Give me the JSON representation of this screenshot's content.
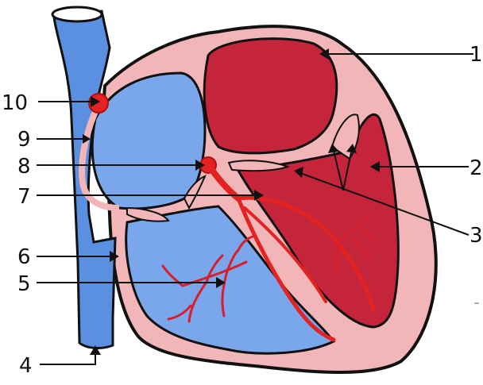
{
  "labels": [
    {
      "id": "1",
      "text": "1"
    },
    {
      "id": "2",
      "text": "2"
    },
    {
      "id": "3",
      "text": "3"
    },
    {
      "id": "4",
      "text": "4"
    },
    {
      "id": "5",
      "text": "5"
    },
    {
      "id": "6",
      "text": "6"
    },
    {
      "id": "7",
      "text": "7"
    },
    {
      "id": "8",
      "text": "8"
    },
    {
      "id": "9",
      "text": "9"
    },
    {
      "id": "10",
      "text": "10"
    }
  ],
  "colors": {
    "vena_cava": "#5b8fe0",
    "right_chambers": "#7aa7ec",
    "left_chambers": "#c4253b",
    "myocardium": "#f3b6b8",
    "conduction": "#e32222",
    "outline": "#111111"
  }
}
